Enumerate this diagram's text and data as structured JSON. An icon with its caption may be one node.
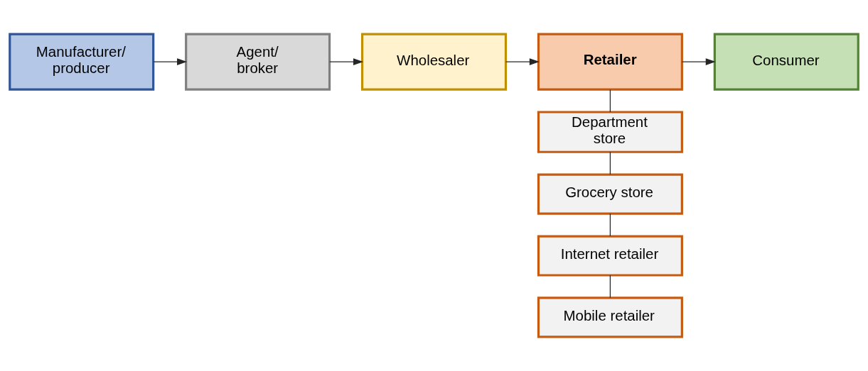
{
  "diagram": {
    "nodes": [
      {
        "text": [
          "Manufacturer/ producer"
        ]
      },
      {
        "text": [
          "Agent/ broker"
        ]
      },
      {
        "text": [
          "Wholesaler"
        ]
      },
      {
        "text": [
          "Retailer"
        ]
      },
      {
        "text": [
          "Consumer"
        ]
      },
      {
        "text": [
          "Department store"
        ]
      },
      {
        "text": [
          "Grocery store"
        ]
      },
      {
        "text": [
          "Internet retailer"
        ]
      },
      {
        "text": [
          "Mobile retailer"
        ]
      }
    ],
    "edges": [
      {
        "from": 0,
        "to": 1,
        "arrow": "to"
      },
      {
        "from": 1,
        "to": 2,
        "arrow": "to"
      },
      {
        "from": 2,
        "to": 3,
        "arrow": "to"
      },
      {
        "from": 3,
        "to": 4,
        "arrow": "to"
      },
      {
        "from": 3,
        "to": 5,
        "arrow": "none"
      },
      {
        "from": 5,
        "to": 6,
        "arrow": "none"
      },
      {
        "from": 6,
        "to": 7,
        "arrow": "none"
      },
      {
        "from": 7,
        "to": 8,
        "arrow": "none"
      }
    ]
  }
}
